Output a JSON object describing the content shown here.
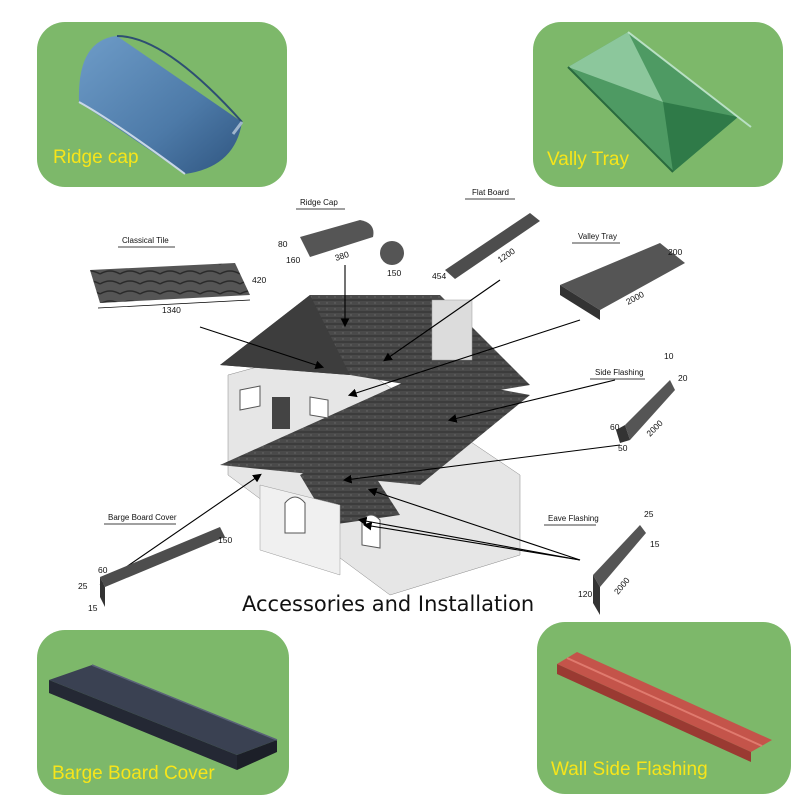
{
  "cards": {
    "ridge_cap": {
      "label": "Ridge cap"
    },
    "valley_tray": {
      "label": "Vally Tray"
    },
    "barge_board_cover": {
      "label": "Barge Board Cover"
    },
    "wall_side_flashing": {
      "label": "Wall Side Flashing"
    }
  },
  "diagram": {
    "caption": "Accessories and Installation",
    "parts": {
      "classical_tile": {
        "title": "Classical Tile",
        "dims": [
          "1340",
          "420"
        ]
      },
      "ridge_cap": {
        "title": "Ridge Cap",
        "dims": [
          "80",
          "160",
          "380",
          "150"
        ]
      },
      "flat_board": {
        "title": "Flat Board",
        "dims": [
          "454",
          "1200"
        ]
      },
      "valley_tray": {
        "title": "Valley Tray",
        "dims": [
          "200",
          "2000"
        ]
      },
      "side_flashing": {
        "title": "Side Flashing",
        "dims": [
          "10",
          "20",
          "60",
          "50",
          "2000"
        ]
      },
      "barge_board_cover": {
        "title": "Barge Board Cover",
        "dims": [
          "60",
          "25",
          "15",
          "150"
        ]
      },
      "eave_flashing": {
        "title": "Eave Flashing",
        "dims": [
          "25",
          "15",
          "120",
          "2000"
        ]
      }
    }
  },
  "colors": {
    "card_bg": "#7db86a",
    "label_yellow": "#f7e51a",
    "ridge_cap_blue": "#5a86b4",
    "valley_green": "#3f8a55",
    "barge_dark": "#2c3140",
    "flashing_red": "#b8463c"
  }
}
